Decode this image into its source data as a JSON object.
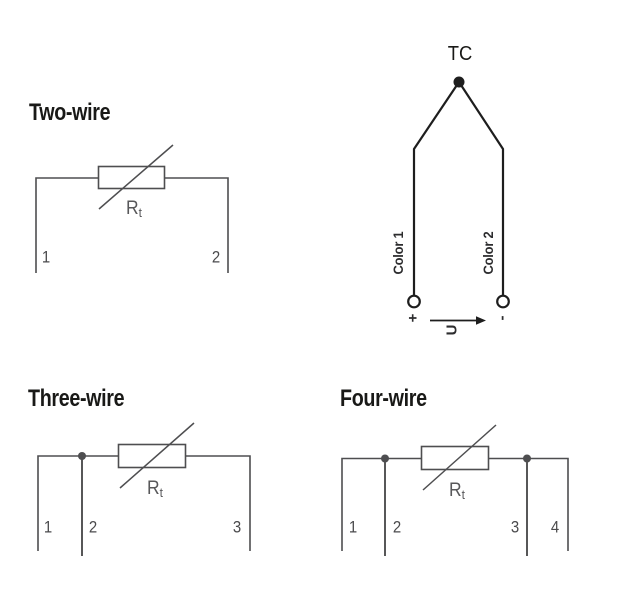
{
  "colors": {
    "background": "#ffffff",
    "rtd_stroke": "#4e4e50",
    "tc_stroke": "#1e1e1e",
    "title_text": "#191917",
    "label_text": "#4a4a4c",
    "resistor_text": "#58585a",
    "signal_text": "#2c2c2e"
  },
  "diagrams": {
    "two_wire": {
      "title": "Two-wire",
      "resistor": "R",
      "resistor_sub": "t",
      "terminals": [
        "1",
        "2"
      ]
    },
    "three_wire": {
      "title": "Three-wire",
      "resistor": "R",
      "resistor_sub": "t",
      "terminals": [
        "1",
        "2",
        "3"
      ]
    },
    "four_wire": {
      "title": "Four-wire",
      "resistor": "R",
      "resistor_sub": "t",
      "terminals": [
        "1",
        "2",
        "3",
        "4"
      ]
    },
    "tc": {
      "title": "TC",
      "lead1": "Color 1",
      "lead2": "Color 2",
      "plus": "+",
      "minus": "-",
      "voltage": "U"
    }
  }
}
